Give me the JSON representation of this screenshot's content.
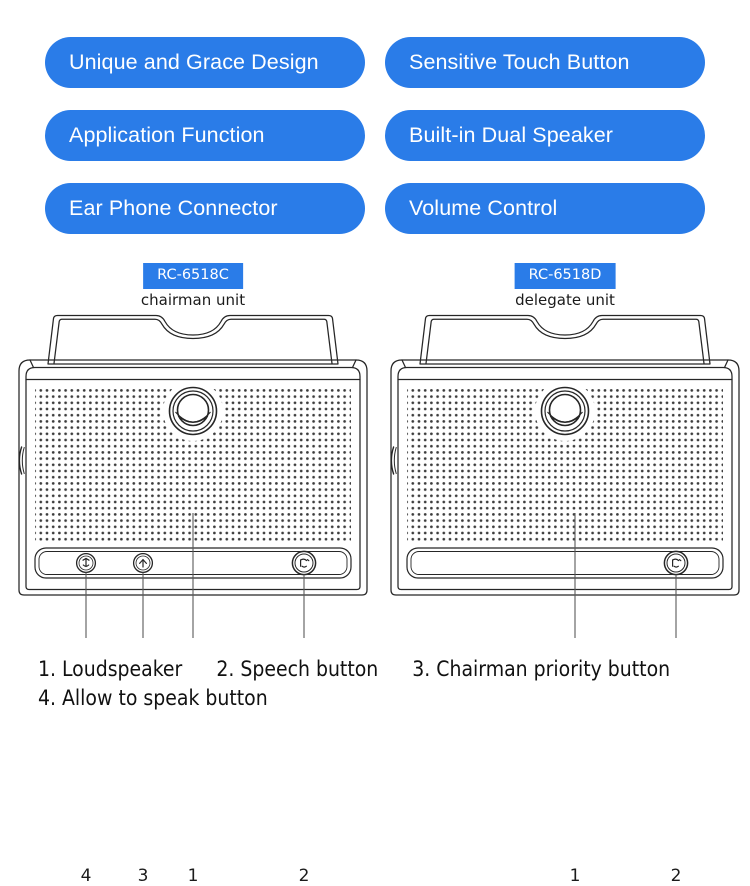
{
  "features": {
    "items": [
      {
        "label": "Unique and Grace Design"
      },
      {
        "label": "Sensitive Touch Button"
      },
      {
        "label": "Application Function"
      },
      {
        "label": "Built-in Dual Speaker"
      },
      {
        "label": "Ear Phone Connector"
      },
      {
        "label": "Volume Control"
      }
    ]
  },
  "devices": {
    "chairman": {
      "model": "RC-6518C",
      "caption": "chairman unit",
      "callouts": [
        {
          "number": "4"
        },
        {
          "number": "3"
        },
        {
          "number": "1"
        },
        {
          "number": "2"
        }
      ]
    },
    "delegate": {
      "model": "RC-6518D",
      "caption": "delegate unit",
      "callouts": [
        {
          "number": "1"
        },
        {
          "number": "2"
        }
      ]
    }
  },
  "legend": {
    "item1": "1. Loudspeaker",
    "item2": "2. Speech button",
    "item3": "3. Chairman priority button",
    "item4": "4. Allow to speak button"
  },
  "colors": {
    "accent_blue": "#2a7ce8",
    "pill_text": "#ffffff",
    "body_text": "#111111",
    "line_art": "#222222",
    "background": "#ffffff"
  }
}
